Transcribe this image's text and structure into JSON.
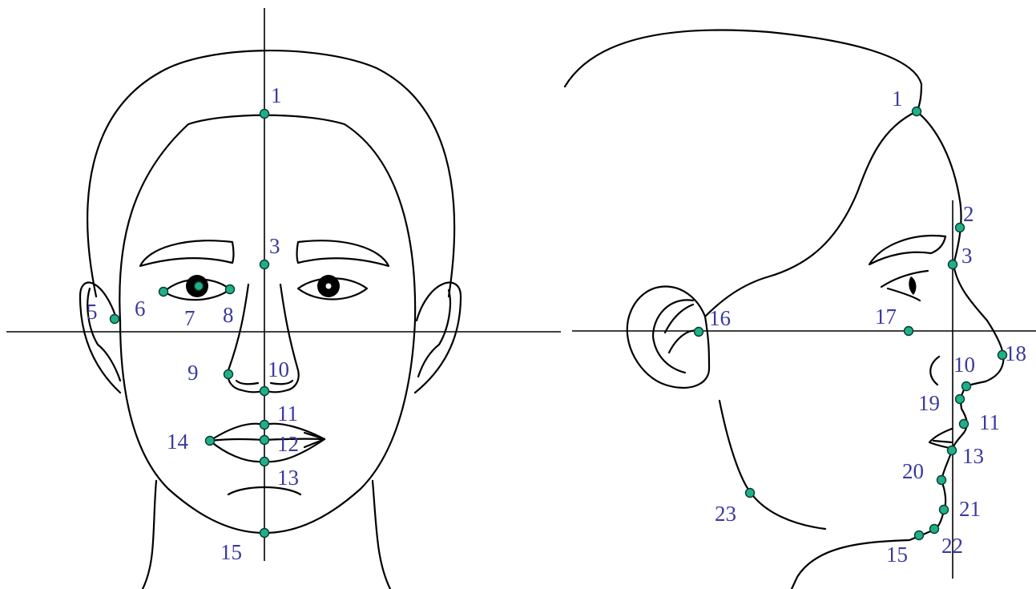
{
  "colors": {
    "landmark": "#1fb08a",
    "label": "#3a3aa0",
    "line": "#000000"
  },
  "frontal_view": {
    "landmarks": [
      "1",
      "3",
      "5",
      "6",
      "7",
      "8",
      "9",
      "10",
      "11",
      "12",
      "13",
      "14",
      "15"
    ]
  },
  "profile_view": {
    "landmarks": [
      "1",
      "2",
      "3",
      "10",
      "11",
      "13",
      "15",
      "16",
      "17",
      "18",
      "19",
      "20",
      "21",
      "22",
      "23"
    ]
  }
}
